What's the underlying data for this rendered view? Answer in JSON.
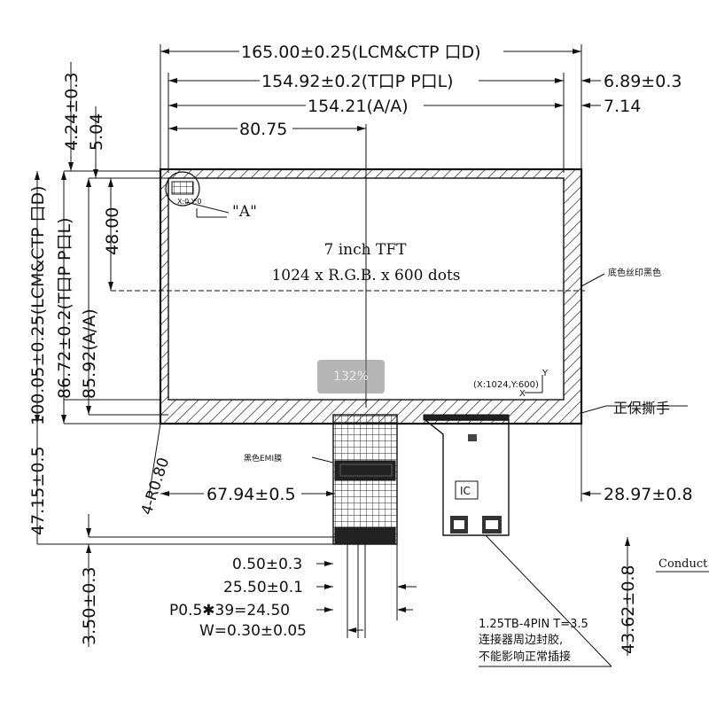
{
  "zoom": {
    "level": "132%"
  },
  "dimensions": {
    "overall_width": "165.00±0.25(LCM&CTP 口D)",
    "pol_width": "154.92±0.2(T口P P口L)",
    "aa_width": "154.21(A/A)",
    "center_offset": "80.75",
    "right_offset_1": "6.89±0.3",
    "right_offset_2": "7.14",
    "top_offset_1": "4.24±0.3",
    "top_offset_2": "5.04",
    "overall_height": "100.05±0.25(LCM&CTP 口D)",
    "pol_height": "86.72±0.2(T口P P口L)",
    "aa_height": "85.92(A/A)",
    "center_height": "48.00",
    "fpc_total": "47.15±0.5",
    "corner_radius": "4-R0.80",
    "fpc_offset": "67.94±0.5",
    "fpc_right": "28.97±0.8",
    "stiffener": "3.50±0.3",
    "fpc_length": "43.62±0.8",
    "pin_gap": "0.50±0.3",
    "fpc_width": "25.50±0.1",
    "pitch": "P0.5✱39=24.50",
    "pin_width": "W=0.30±0.05"
  },
  "panel": {
    "title": "7 inch TFT",
    "resolution": "1024 x R.G.B. x 600 dots",
    "coord_label": "(X:1024,Y:600)",
    "axis_x": "X",
    "axis_y": "Y",
    "detail_label": "\"A\"",
    "detail_small": "X:0,Y:0"
  },
  "notes": {
    "silkscreen": "底色丝印黑色",
    "protect_tape": "正保撕手",
    "emi_film": "黑色EMI膜",
    "ic_label": "IC",
    "connector_1": "1.25TB-4PIN T=3.5",
    "connector_2": "连接器周边封胶,",
    "connector_3": "不能影响正常插接",
    "conduct": "Conduct"
  }
}
